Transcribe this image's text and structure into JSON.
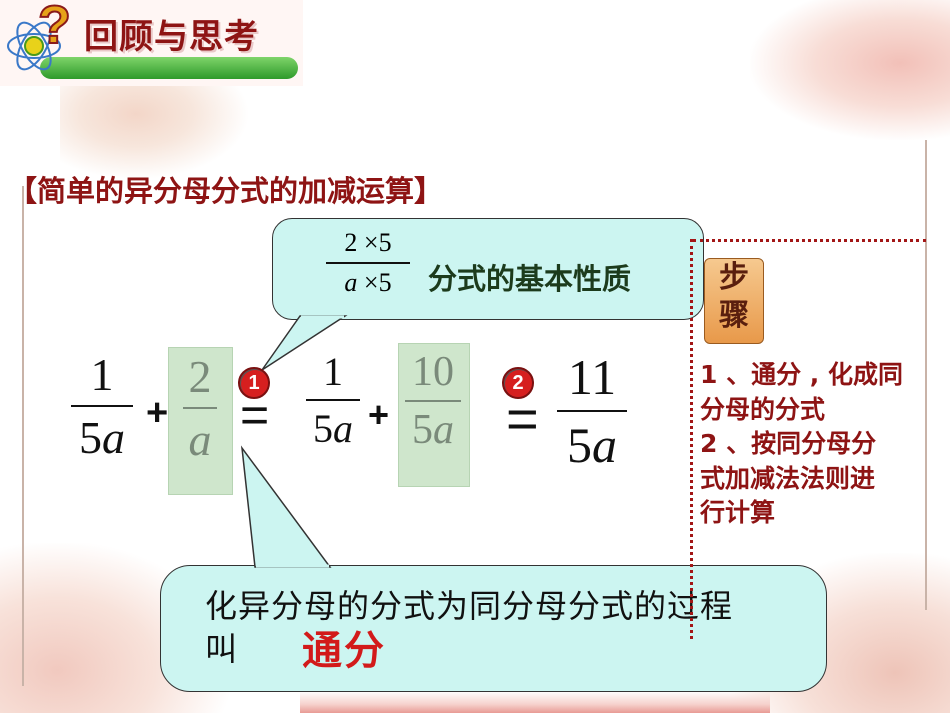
{
  "header": {
    "title": "回顾与思考",
    "icon": "question-atom-icon"
  },
  "section_title": "【简单的异分母分式的加减运算】",
  "bubble_top": {
    "fraction": {
      "numerator": "2 ×5",
      "denominator_var": "a",
      "denominator_rest": " ×5"
    },
    "text": "分式的基本性质"
  },
  "equation": {
    "f1": {
      "num": "1",
      "den_coef": "5",
      "den_var": "a"
    },
    "plus1": "+",
    "f2": {
      "num": "2",
      "den_var": "a"
    },
    "marker1": "1",
    "equals1": "=",
    "f3": {
      "num": "1",
      "den_coef": "5",
      "den_var": "a"
    },
    "plus2": "+",
    "f4": {
      "num": "10",
      "den_coef": "5",
      "den_var": "a"
    },
    "marker2": "2",
    "equals2": "=",
    "f5": {
      "num": "11",
      "den_coef": "5",
      "den_var": "a"
    }
  },
  "bubble_bottom": {
    "line1": "化异分母的分式为同分母分式的过程",
    "line2": "叫",
    "keyword": "通分"
  },
  "steps": {
    "badge": [
      "步",
      "骤"
    ],
    "lines": [
      "1 、通分 , 化成同",
      "分母的分式",
      "2 、按同分母分",
      "式加减法法则进",
      "行计算"
    ]
  },
  "colors": {
    "accent": "#8e1414",
    "bubble": "#ccf5f1",
    "highlight": "#cfe6cc",
    "keyword": "#d21a1a"
  }
}
